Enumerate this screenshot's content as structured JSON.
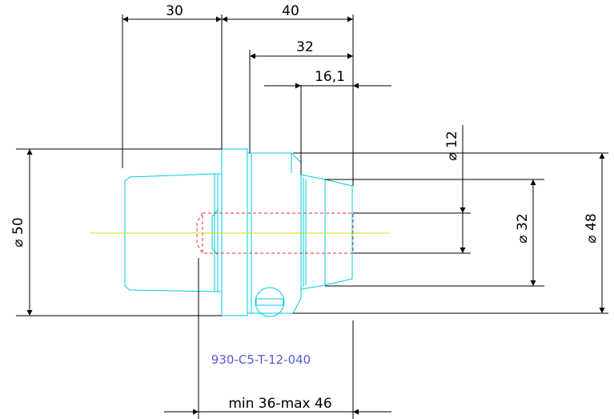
{
  "colors": {
    "part": "#00c8e6",
    "hidden": "#e63232",
    "centerline": "#d8d800",
    "dimension": "#000000",
    "part_number": "#5a5ad2"
  },
  "dimensions": {
    "d30": "30",
    "d40": "40",
    "d32": "32",
    "d16_1": "16,1",
    "dia12": "⌀ 12",
    "dia50": "⌀ 50",
    "dia32": "⌀ 32",
    "dia48": "⌀ 48",
    "depth": "min 36-max 46"
  },
  "part_number": "930-C5-T-12-040"
}
